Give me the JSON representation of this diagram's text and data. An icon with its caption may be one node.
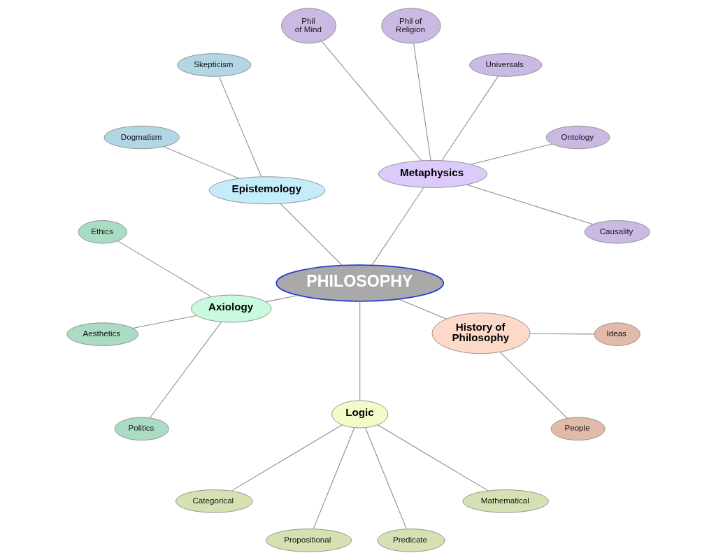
{
  "diagram": {
    "nodes": [
      {
        "text": [
          "PHILOSOPHY"
        ]
      },
      {
        "text": [
          "Epistemology"
        ]
      },
      {
        "text": [
          "Skepticism"
        ]
      },
      {
        "text": [
          "Dogmatism"
        ]
      },
      {
        "text": [
          "Metaphysics"
        ]
      },
      {
        "text": [
          "Phil of Mind"
        ]
      },
      {
        "text": [
          "Phil of Religion"
        ]
      },
      {
        "text": [
          "Universals"
        ]
      },
      {
        "text": [
          "Ontology"
        ]
      },
      {
        "text": [
          "Causality"
        ]
      },
      {
        "text": [
          "Axiology"
        ]
      },
      {
        "text": [
          "Ethics"
        ]
      },
      {
        "text": [
          "Aesthetics"
        ]
      },
      {
        "text": [
          "Politics"
        ]
      },
      {
        "text": [
          "History of Philosophy"
        ]
      },
      {
        "text": [
          "Ideas"
        ]
      },
      {
        "text": [
          "People"
        ]
      },
      {
        "text": [
          "Logic"
        ]
      },
      {
        "text": [
          "Categorical"
        ]
      },
      {
        "text": [
          "Propositional"
        ]
      },
      {
        "text": [
          "Predicate"
        ]
      },
      {
        "text": [
          "Mathematical"
        ]
      }
    ],
    "edges": [
      {
        "from": 0,
        "to": 1,
        "arrow": "none"
      },
      {
        "from": 1,
        "to": 2,
        "arrow": "none"
      },
      {
        "from": 1,
        "to": 3,
        "arrow": "none"
      },
      {
        "from": 0,
        "to": 4,
        "arrow": "none"
      },
      {
        "from": 4,
        "to": 5,
        "arrow": "none"
      },
      {
        "from": 4,
        "to": 6,
        "arrow": "none"
      },
      {
        "from": 4,
        "to": 7,
        "arrow": "none"
      },
      {
        "from": 4,
        "to": 8,
        "arrow": "none"
      },
      {
        "from": 4,
        "to": 9,
        "arrow": "none"
      },
      {
        "from": 0,
        "to": 10,
        "arrow": "none"
      },
      {
        "from": 10,
        "to": 11,
        "arrow": "none"
      },
      {
        "from": 10,
        "to": 12,
        "arrow": "none"
      },
      {
        "from": 10,
        "to": 13,
        "arrow": "none"
      },
      {
        "from": 0,
        "to": 14,
        "arrow": "none"
      },
      {
        "from": 14,
        "to": 15,
        "arrow": "none"
      },
      {
        "from": 14,
        "to": 16,
        "arrow": "none"
      },
      {
        "from": 0,
        "to": 17,
        "arrow": "none"
      },
      {
        "from": 17,
        "to": 18,
        "arrow": "none"
      },
      {
        "from": 17,
        "to": 19,
        "arrow": "none"
      },
      {
        "from": 17,
        "to": 20,
        "arrow": "none"
      },
      {
        "from": 17,
        "to": 21,
        "arrow": "none"
      }
    ]
  }
}
